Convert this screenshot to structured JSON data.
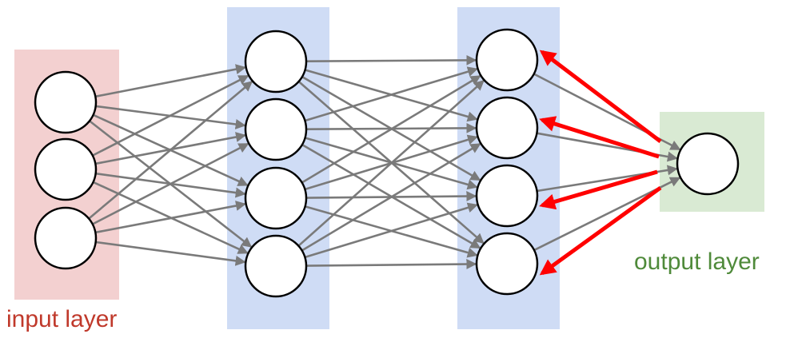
{
  "diagram": {
    "title": "",
    "layers": [
      {
        "id": "input",
        "label": "input layer",
        "neurons": 3,
        "highlight_color": "#f3d0d0"
      },
      {
        "id": "hidden-1",
        "label": "",
        "neurons": 4,
        "highlight_color": "#cfdcf5"
      },
      {
        "id": "hidden-2",
        "label": "",
        "neurons": 4,
        "highlight_color": "#cfdcf5"
      },
      {
        "id": "output",
        "label": "output layer",
        "neurons": 1,
        "highlight_color": "#d9ead3"
      }
    ],
    "connections": "fully-connected",
    "forward_arrow_color": "#7a7a7a",
    "backprop_arrows": {
      "from": "output",
      "to": "hidden-2",
      "count": 4,
      "color": "#ff0000"
    },
    "neuron_fill": "#ffffff",
    "neuron_stroke": "#000000",
    "label_colors": {
      "input": "#c0392b",
      "output": "#4f8a3a"
    }
  }
}
